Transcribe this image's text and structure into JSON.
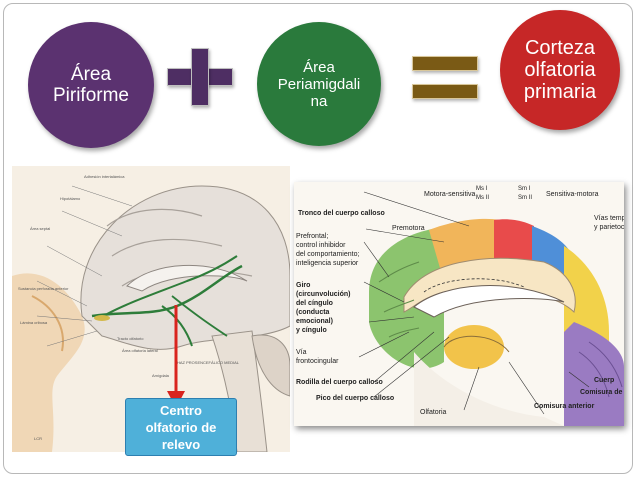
{
  "circles": {
    "first": {
      "line1": "Área",
      "line2": "Piriforme"
    },
    "second": {
      "line1": "Área",
      "line2": "Periamigdali",
      "line3": "na"
    },
    "third": {
      "line1": "Corteza",
      "line2": "olfatoria",
      "line3": "primaria"
    }
  },
  "operators": {
    "plus": "plus-icon",
    "equals": "equals-icon"
  },
  "left_diagram": {
    "labels": [
      "Adhesión intertalámica",
      "Hipotálamo",
      "Área septal",
      "Sustancia perforada anterior",
      "Lámina cribosa",
      "Tracto olfatorio",
      "Área olfatoria lateral",
      "HAZ PROSENCEFÁLICO MEDIAL",
      "Amígdala",
      "LCR"
    ]
  },
  "right_diagram": {
    "labels": {
      "motora_sensitiva": "Motora-sensitiva",
      "ms1": "Ms I",
      "ms2": "Ms II",
      "sm1": "Sm I",
      "sm2": "Sm II",
      "sensitiva_motora": "Sensitiva-motora",
      "tronco": "Tronco del cuerpo calloso",
      "premotora": "Premotora",
      "vias1": "Vías tempo",
      "vias2": "y parietoc",
      "prefrontal1": "Prefrontal;",
      "prefrontal2": "control inhibidor",
      "prefrontal3": "del comportamiento;",
      "prefrontal4": "inteligencia superior",
      "giro1": "Giro",
      "giro2": "(circunvolución)",
      "giro3": "del cíngulo",
      "giro4": "(conducta",
      "giro5": "emocional)",
      "giro6": "y cíngulo",
      "via1": "Vía",
      "via2": "frontocingular",
      "rodilla": "Rodilla del cuerpo calloso",
      "pico": "Pico del cuerpo calloso",
      "olfatoria": "Olfatoria",
      "cuerpo": "Cuerp",
      "comisura_de": "Comisura de",
      "comisura_anterior": "Comisura anterior"
    }
  },
  "callout": {
    "line1": "Centro",
    "line2": "olfatorio de",
    "line3": "relevo"
  },
  "colors": {
    "purple": "#5b3270",
    "green": "#2a7a3c",
    "red": "#c62727",
    "gold": "#7a5a15",
    "callout": "#4fb0d9",
    "arrow": "#d9241e"
  }
}
